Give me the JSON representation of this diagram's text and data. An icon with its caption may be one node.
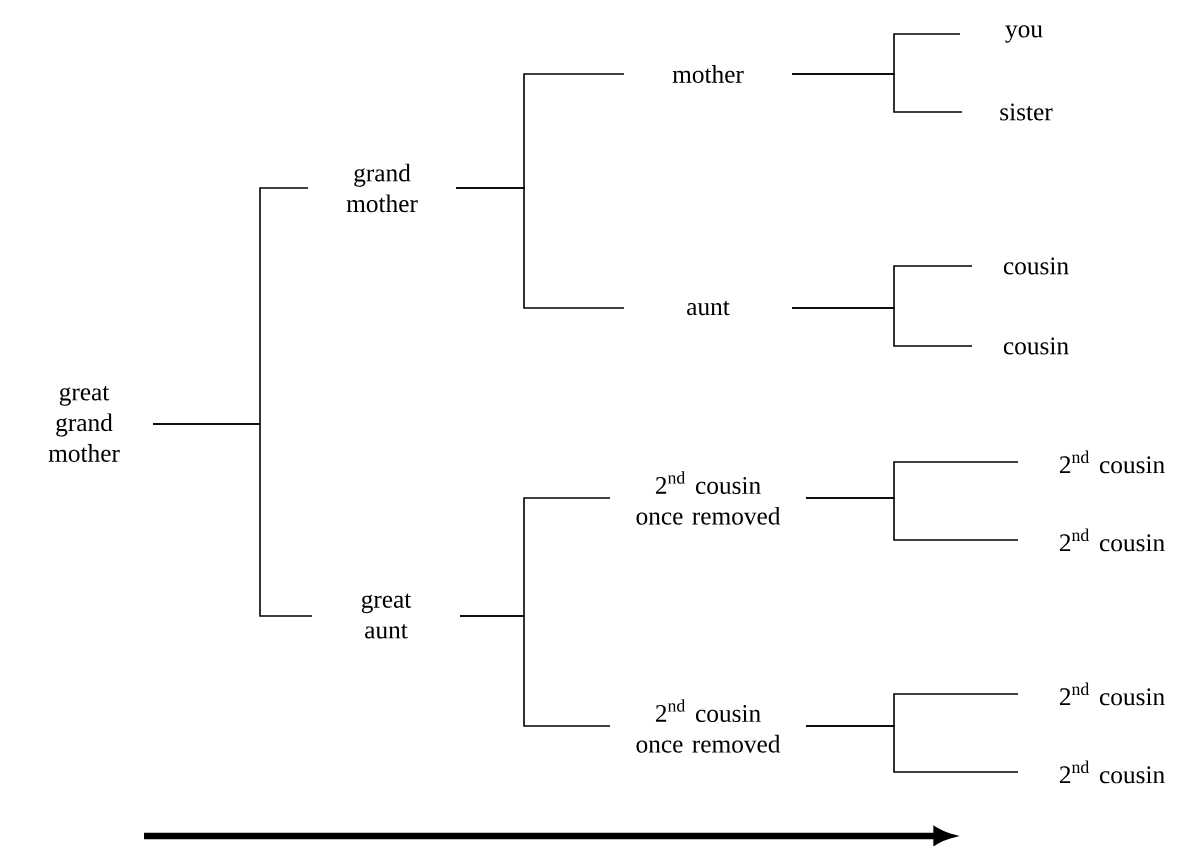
{
  "diagram": {
    "nodes": [
      {
        "text": [
          "great grand mother"
        ]
      },
      {
        "text": [
          "grand mother"
        ]
      },
      {
        "text": [
          "great aunt"
        ]
      },
      {
        "text": [
          "mother"
        ]
      },
      {
        "text": [
          "aunt"
        ]
      },
      {
        "text": [
          "2$^{nd}$ cousin once removed"
        ]
      },
      {
        "text": [
          "2$^{nd}$ cousin once removed"
        ]
      },
      {
        "text": [
          "you"
        ]
      },
      {
        "text": [
          "sister"
        ]
      },
      {
        "text": [
          "cousin"
        ]
      },
      {
        "text": [
          "cousin"
        ]
      },
      {
        "text": [
          "2$^{nd}$ cousin"
        ]
      },
      {
        "text": [
          "2$^{nd}$ cousin"
        ]
      },
      {
        "text": [
          "2$^{nd}$ cousin"
        ]
      },
      {
        "text": [
          "2$^{nd}$ cousin"
        ]
      }
    ],
    "edges": [
      {
        "from": 0,
        "to": 1,
        "arrow": "none"
      },
      {
        "from": 0,
        "to": 2,
        "arrow": "none"
      },
      {
        "from": 1,
        "to": 3,
        "arrow": "none"
      },
      {
        "from": 1,
        "to": 4,
        "arrow": "none"
      },
      {
        "from": 2,
        "to": 5,
        "arrow": "none"
      },
      {
        "from": 2,
        "to": 6,
        "arrow": "none"
      },
      {
        "from": 3,
        "to": 7,
        "arrow": "none"
      },
      {
        "from": 3,
        "to": 8,
        "arrow": "none"
      },
      {
        "from": 4,
        "to": 9,
        "arrow": "none"
      },
      {
        "from": 4,
        "to": 10,
        "arrow": "none"
      },
      {
        "from": 5,
        "to": 11,
        "arrow": "none"
      },
      {
        "from": 5,
        "to": 12,
        "arrow": "none"
      },
      {
        "from": 6,
        "to": 13,
        "arrow": "none"
      },
      {
        "from": 6,
        "to": 14,
        "arrow": "none"
      }
    ]
  }
}
